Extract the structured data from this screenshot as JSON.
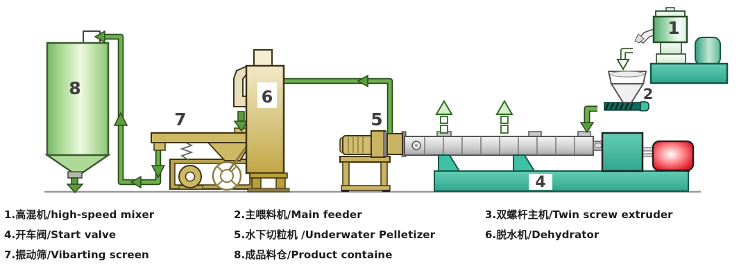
{
  "diagram_labels": {
    "mixer": "1",
    "feeder": "2",
    "extruder_base": "4",
    "pelletizer": "5",
    "dehydrator": "6",
    "screen": "7",
    "silo": "8"
  },
  "legend": {
    "columns": [
      {
        "items": [
          "1.高混机/high-speed mixer",
          "4.开车阀/Start valve",
          "7.振动筛/Vibarting screen"
        ]
      },
      {
        "items": [
          "2.主喂料机/Main feeder",
          "5.水下切粒机 /Underwater Pelletizer",
          "8.成品料仓/Product containe"
        ]
      },
      {
        "items": [
          "3.双螺杆主机/Twin screw extruder",
          "6.脱水机/Dehydrator"
        ]
      }
    ]
  },
  "colors": {
    "pipe_green": "#5d9c3c",
    "pipe_outline": "#274b1b",
    "machine_tan": "#c9b364",
    "machine_teal": "#35b79c",
    "motor_red": "#e61a2b",
    "silo_green": "#a2d38b",
    "barrel_gray": "#c2c2c2",
    "ground_gray": "#979797",
    "text_dark": "#1c1c1c"
  }
}
